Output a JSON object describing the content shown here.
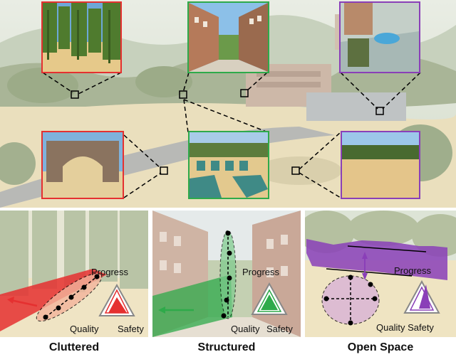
{
  "panels": [
    {
      "caption": "Cluttered",
      "progress": "Progress",
      "quality": "Quality",
      "safety": "Safety",
      "color": "#e53030"
    },
    {
      "caption": "Structured",
      "progress": "Progress",
      "quality": "Quality",
      "safety": "Safety",
      "color": "#2eaa4a"
    },
    {
      "caption": "Open Space",
      "progress": "Progress",
      "quality": "Quality Safety",
      "safety": "",
      "color": "#8a3fb8"
    }
  ],
  "colors": {
    "sand": "#e8dcb4",
    "foliage": "#8a9a6a",
    "sky": "#dfe6d8",
    "red": "#e53030",
    "green": "#2eaa4a",
    "purple": "#8a3fb8"
  }
}
